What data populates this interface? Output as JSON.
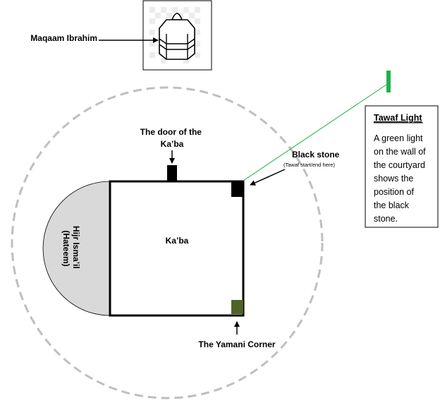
{
  "labels": {
    "maqaam": "Maqaam Ibrahim",
    "door_line1": "The door of the",
    "door_line2": "Ka’ba",
    "black_stone": "Black stone",
    "black_stone_note": "(Tawaf start/end here)",
    "kaaba": "Ka’ba",
    "hijr_line1": "Hijr Isma’il",
    "hijr_line2": "(Hateem)",
    "yamani": "The Yamani Corner"
  },
  "info_box": {
    "title": "Tawaf Light",
    "lines": [
      "A green light",
      "on the wall of",
      "the courtyard",
      "shows the",
      "position of",
      "the black",
      "stone."
    ]
  },
  "colors": {
    "green_light": "#22b04b",
    "yamani_corner": "#4f6228",
    "black_stone": "#000000",
    "hijr_fill": "#d9d9d9",
    "circle_dash": "#bfbfbf"
  }
}
